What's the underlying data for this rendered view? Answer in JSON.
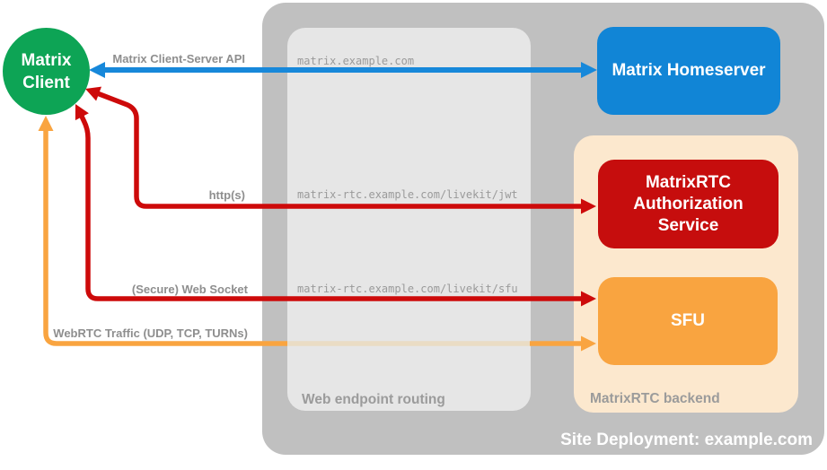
{
  "diagram": {
    "site": {
      "title": "Site Deployment: example.com"
    },
    "client": {
      "label": "Matrix\nClient"
    },
    "homeserver": {
      "label": "Matrix Homeserver"
    },
    "auth_service": {
      "label": "MatrixRTC Authorization Service"
    },
    "sfu": {
      "label": "SFU"
    },
    "routing_box": {
      "label": "Web endpoint routing"
    },
    "backend_box": {
      "label": "MatrixRTC backend"
    },
    "connections": [
      {
        "id": "client-server-api",
        "label": "Matrix Client-Server API",
        "endpoint": "matrix.example.com",
        "color": "#1788DA",
        "style": "double-arrow"
      },
      {
        "id": "http",
        "label": "http(s)",
        "endpoint": "matrix-rtc.example.com/livekit/jwt",
        "color": "#CD0A0A",
        "style": "double-arrow"
      },
      {
        "id": "websocket",
        "label": "(Secure) Web Socket",
        "endpoint": "matrix-rtc.example.com/livekit/sfu",
        "color": "#CD0A0A",
        "style": "double-arrow"
      },
      {
        "id": "webrtc",
        "label": "WebRTC Traffic (UDP, TCP, TURNs)",
        "color": "#F9A440",
        "style": "double-arrow"
      }
    ],
    "colors": {
      "client_green": "#0DA455",
      "homeserver_blue": "#1185D6",
      "auth_red": "#C60D0D",
      "sfu_orange": "#F9A440",
      "backend_peach": "#FCE8CE",
      "site_gray": "#C0C0C0",
      "routing_gray": "#E6E6E6",
      "label_gray": "#8E8E8E"
    }
  }
}
